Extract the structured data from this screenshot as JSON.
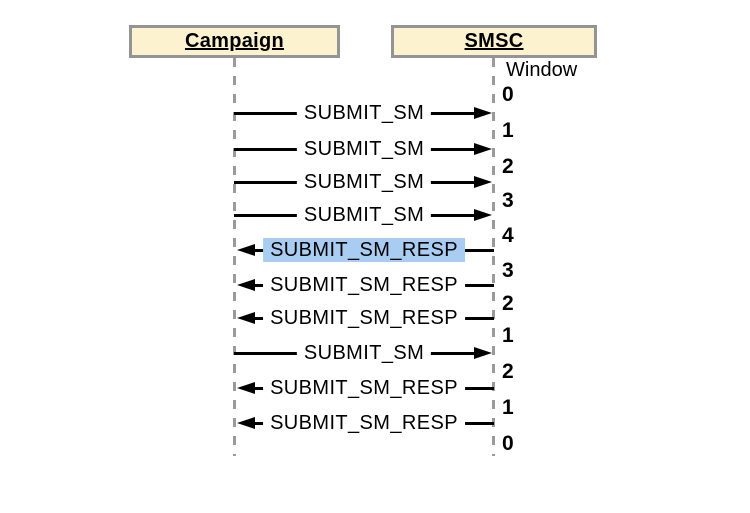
{
  "diagram": {
    "actors": [
      {
        "label": "Campaign"
      },
      {
        "label": "SMSC"
      }
    ],
    "window_label": "Window",
    "messages": [
      {
        "label": "SUBMIT_SM",
        "from": "Campaign",
        "to": "SMSC",
        "direction": "right",
        "highlight": false
      },
      {
        "label": "SUBMIT_SM",
        "from": "Campaign",
        "to": "SMSC",
        "direction": "right",
        "highlight": false
      },
      {
        "label": "SUBMIT_SM",
        "from": "Campaign",
        "to": "SMSC",
        "direction": "right",
        "highlight": false
      },
      {
        "label": "SUBMIT_SM",
        "from": "Campaign",
        "to": "SMSC",
        "direction": "right",
        "highlight": false
      },
      {
        "label": "SUBMIT_SM_RESP",
        "from": "SMSC",
        "to": "Campaign",
        "direction": "left",
        "highlight": true
      },
      {
        "label": "SUBMIT_SM_RESP",
        "from": "SMSC",
        "to": "Campaign",
        "direction": "left",
        "highlight": false
      },
      {
        "label": "SUBMIT_SM_RESP",
        "from": "SMSC",
        "to": "Campaign",
        "direction": "left",
        "highlight": false
      },
      {
        "label": "SUBMIT_SM",
        "from": "Campaign",
        "to": "SMSC",
        "direction": "right",
        "highlight": false
      },
      {
        "label": "SUBMIT_SM_RESP",
        "from": "SMSC",
        "to": "Campaign",
        "direction": "left",
        "highlight": false
      },
      {
        "label": "SUBMIT_SM_RESP",
        "from": "SMSC",
        "to": "Campaign",
        "direction": "left",
        "highlight": false
      }
    ],
    "window_counts": [
      "0",
      "1",
      "2",
      "3",
      "4",
      "3",
      "2",
      "1",
      "2",
      "1",
      "0"
    ],
    "colors": {
      "actor_fill": "#FCF2CF",
      "actor_border": "#949494",
      "lifeline": "#9A9A9A",
      "message": "#000000",
      "highlight": "#A9CDF2"
    }
  }
}
